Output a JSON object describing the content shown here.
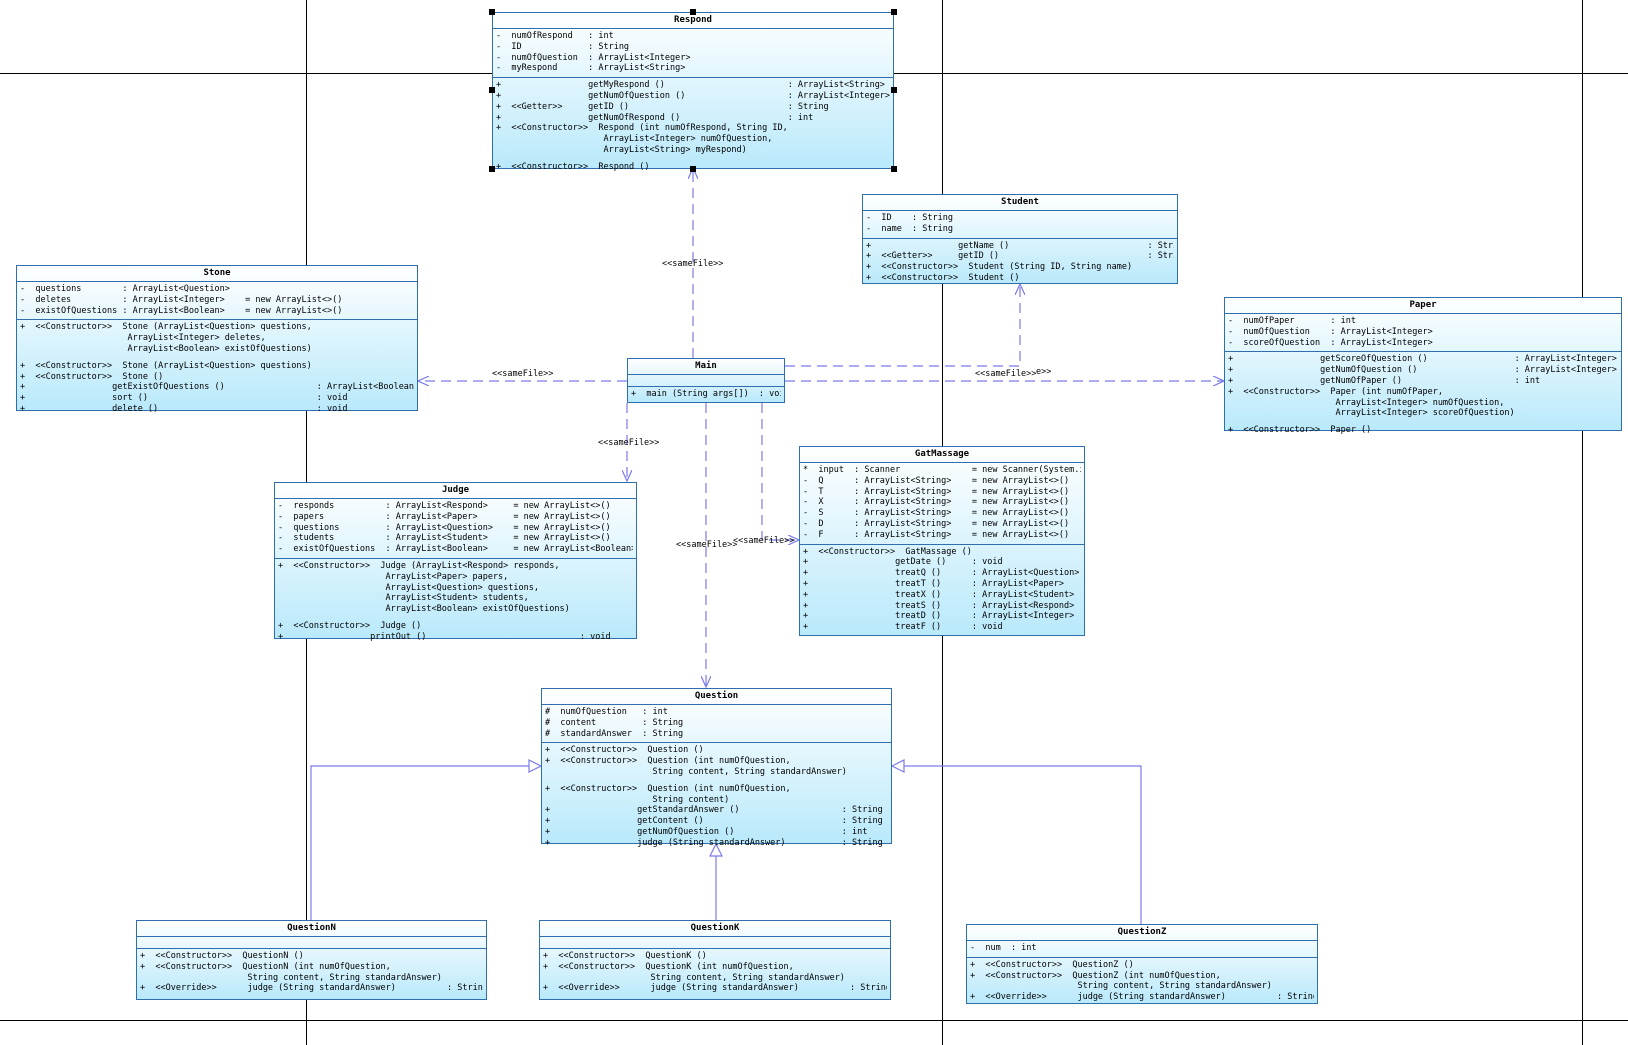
{
  "classes": {
    "respond": {
      "name": "Respond",
      "attributes": [
        "-  numOfRespond   : int",
        "-  ID             : String",
        "-  numOfQuestion  : ArrayList<Integer>",
        "-  myRespond      : ArrayList<String>"
      ],
      "operations": [
        "+                 getMyRespond ()                        : ArrayList<String>",
        "+                 getNumOfQuestion ()                    : ArrayList<Integer>",
        "+  <<Getter>>     getID ()                               : String",
        "+                 getNumOfRespond ()                     : int",
        "+  <<Constructor>>  Respond (int numOfRespond, String ID,",
        "                     ArrayList<Integer> numOfQuestion,",
        "                     ArrayList<String> myRespond)",
        "",
        "+  <<Constructor>>  Respond ()"
      ]
    },
    "student": {
      "name": "Student",
      "attributes": [
        "-  ID    : String",
        "-  name  : String"
      ],
      "operations": [
        "+                 getName ()                           : String",
        "+  <<Getter>>     getID ()                             : String",
        "+  <<Constructor>>  Student (String ID, String name)",
        "+  <<Constructor>>  Student ()"
      ]
    },
    "stone": {
      "name": "Stone",
      "attributes": [
        "-  questions        : ArrayList<Question>",
        "-  deletes          : ArrayList<Integer>    = new ArrayList<>()",
        "-  existOfQuestions : ArrayList<Boolean>    = new ArrayList<>()"
      ],
      "operations": [
        "+  <<Constructor>>  Stone (ArrayList<Question> questions,",
        "                     ArrayList<Integer> deletes,",
        "                     ArrayList<Boolean> existOfQuestions)",
        "",
        "+  <<Constructor>>  Stone (ArrayList<Question> questions)",
        "+  <<Constructor>>  Stone ()",
        "+                 getExistOfQuestions ()                  : ArrayList<Boolean>",
        "+                 sort ()                                 : void",
        "+                 delete ()                               : void"
      ]
    },
    "paper": {
      "name": "Paper",
      "attributes": [
        "-  numOfPaper       : int",
        "-  numOfQuestion    : ArrayList<Integer>",
        "-  scoreOfQuestion  : ArrayList<Integer>"
      ],
      "operations": [
        "+                 getScoreOfQuestion ()                 : ArrayList<Integer>",
        "+                 getNumOfQuestion ()                   : ArrayList<Integer>",
        "+                 getNumOfPaper ()                      : int",
        "+  <<Constructor>>  Paper (int numOfPaper,",
        "                     ArrayList<Integer> numOfQuestion,",
        "                     ArrayList<Integer> scoreOfQuestion)",
        "",
        "+  <<Constructor>>  Paper ()"
      ]
    },
    "main": {
      "name": "Main",
      "attributes": [],
      "operations": [
        "+  main (String args[])  : void"
      ]
    },
    "judge": {
      "name": "Judge",
      "attributes": [
        "-  responds          : ArrayList<Respond>     = new ArrayList<>()",
        "-  papers            : ArrayList<Paper>       = new ArrayList<>()",
        "-  questions         : ArrayList<Question>    = new ArrayList<>()",
        "-  students          : ArrayList<Student>     = new ArrayList<>()",
        "-  existOfQuestions  : ArrayList<Boolean>     = new ArrayList<Boolean>()"
      ],
      "operations": [
        "+  <<Constructor>>  Judge (ArrayList<Respond> responds,",
        "                     ArrayList<Paper> papers,",
        "                     ArrayList<Question> questions,",
        "                     ArrayList<Student> students,",
        "                     ArrayList<Boolean> existOfQuestions)",
        "",
        "+  <<Constructor>>  Judge ()",
        "+                 printOut ()                              : void"
      ]
    },
    "gatmassage": {
      "name": "GatMassage",
      "attributes": [
        "*  input  : Scanner              = new Scanner(System.in)",
        "-  Q      : ArrayList<String>    = new ArrayList<>()",
        "-  T      : ArrayList<String>    = new ArrayList<>()",
        "-  X      : ArrayList<String>    = new ArrayList<>()",
        "-  S      : ArrayList<String>    = new ArrayList<>()",
        "-  D      : ArrayList<String>    = new ArrayList<>()",
        "-  F      : ArrayList<String>    = new ArrayList<>()"
      ],
      "operations": [
        "+  <<Constructor>>  GatMassage ()",
        "+                 getDate ()     : void",
        "+                 treatQ ()      : ArrayList<Question>",
        "+                 treatT ()      : ArrayList<Paper>",
        "+                 treatX ()      : ArrayList<Student>",
        "+                 treatS ()      : ArrayList<Respond>",
        "+                 treatD ()      : ArrayList<Integer>",
        "+                 treatF ()      : void"
      ]
    },
    "question": {
      "name": "Question",
      "attributes": [
        "#  numOfQuestion   : int",
        "#  content         : String",
        "#  standardAnswer  : String"
      ],
      "operations": [
        "+  <<Constructor>>  Question ()",
        "+  <<Constructor>>  Question (int numOfQuestion,",
        "                     String content, String standardAnswer)",
        "",
        "+  <<Constructor>>  Question (int numOfQuestion,",
        "                     String content)",
        "+                 getStandardAnswer ()                    : String",
        "+                 getContent ()                           : String",
        "+                 getNumOfQuestion ()                     : int",
        "+                 judge (String standardAnswer)           : String"
      ]
    },
    "questionn": {
      "name": "QuestionN",
      "attributes": [],
      "operations": [
        "+  <<Constructor>>  QuestionN ()",
        "+  <<Constructor>>  QuestionN (int numOfQuestion,",
        "                     String content, String standardAnswer)",
        "+  <<Override>>      judge (String standardAnswer)          : String"
      ]
    },
    "questionk": {
      "name": "QuestionK",
      "attributes": [],
      "operations": [
        "+  <<Constructor>>  QuestionK ()",
        "+  <<Constructor>>  QuestionK (int numOfQuestion,",
        "                     String content, String standardAnswer)",
        "+  <<Override>>      judge (String standardAnswer)          : String"
      ]
    },
    "questionz": {
      "name": "QuestionZ",
      "attributes": [
        "-  num  : int"
      ],
      "operations": [
        "+  <<Constructor>>  QuestionZ ()",
        "+  <<Constructor>>  QuestionZ (int numOfQuestion,",
        "                     String content, String standardAnswer)",
        "+  <<Override>>      judge (String standardAnswer)          : String"
      ]
    }
  },
  "links": {
    "respond": "<<sameFile>>",
    "stone": "<<sameFile>>",
    "student_paper": "<<sameFile>>",
    "student_paper_fragment": "e>>",
    "judge": "<<sameFile>>",
    "question": "<<sameFile>>",
    "gatmassage": "<<sameFile>>"
  },
  "colors": {
    "border": "#2f6fae",
    "fill_top": "#ffffff",
    "fill_bottom": "#b9e9fb",
    "dependency": "#7a7ae8"
  }
}
